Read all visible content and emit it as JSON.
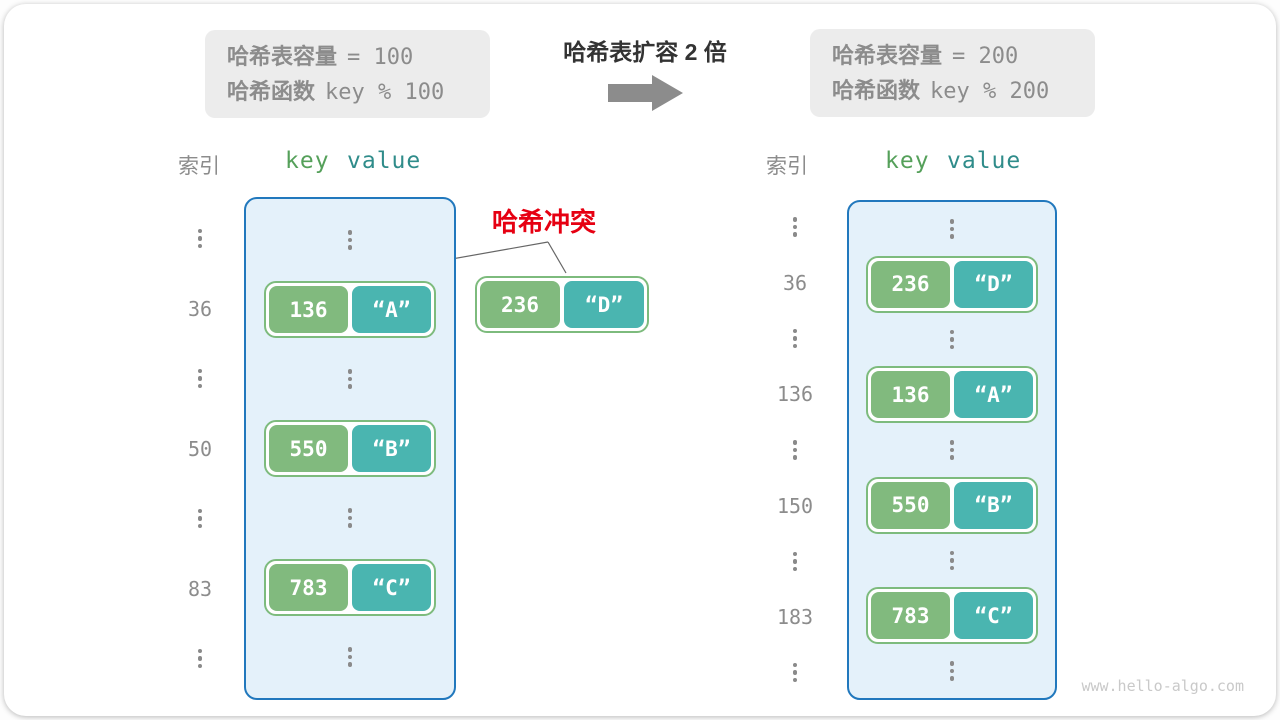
{
  "header": {
    "old_box": {
      "line1": {
        "label": "哈希表容量",
        "value": "= 100"
      },
      "line2": {
        "label": "哈希函数",
        "value": "key % 100"
      }
    },
    "title": "哈希表扩容 2 倍",
    "new_box": {
      "line1": {
        "label": "哈希表容量",
        "value": "= 200"
      },
      "line2": {
        "label": "哈希函数",
        "value": "key % 200"
      }
    }
  },
  "left_table": {
    "headers": {
      "index": "索引",
      "key": "key",
      "value": "value"
    },
    "rows": [
      {
        "index": "36",
        "key": "136",
        "value": "“A”"
      },
      {
        "index": "50",
        "key": "550",
        "value": "“B”"
      },
      {
        "index": "83",
        "key": "783",
        "value": "“C”"
      }
    ]
  },
  "right_table": {
    "headers": {
      "index": "索引",
      "key": "key",
      "value": "value"
    },
    "rows": [
      {
        "index": "36",
        "key": "236",
        "value": "“D”"
      },
      {
        "index": "136",
        "key": "136",
        "value": "“A”"
      },
      {
        "index": "150",
        "key": "550",
        "value": "“B”"
      },
      {
        "index": "183",
        "key": "783",
        "value": "“C”"
      }
    ]
  },
  "collision": {
    "label": "哈希冲突",
    "pair": {
      "key": "236",
      "value": "“D”"
    }
  },
  "watermark": "www.hello-algo.com",
  "colors": {
    "container_border": "#2178bd",
    "container_bg": "#e4f1fa",
    "pair_border": "#7dbb7d",
    "key_chip_green": "#81ba7e",
    "value_chip_teal": "#4ab5b0",
    "collision_red": "#e60012",
    "muted_gray": "#8c8c8c",
    "title_dark": "#333333"
  }
}
